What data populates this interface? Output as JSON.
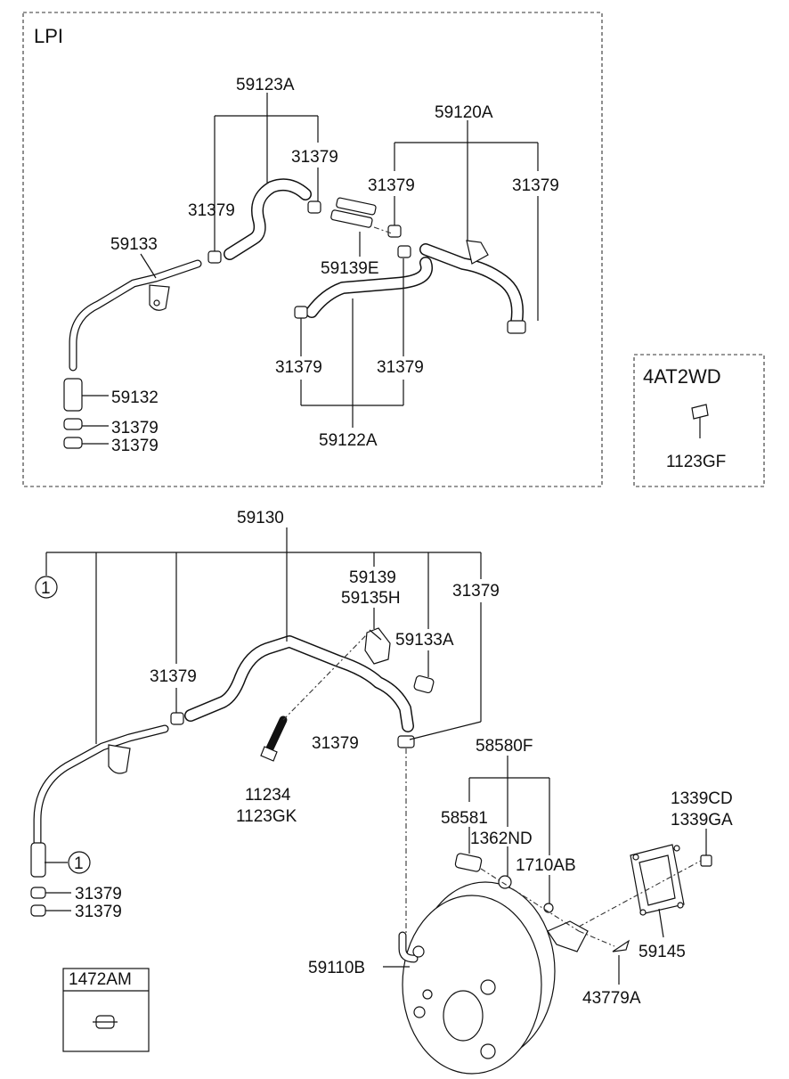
{
  "sections": {
    "lpi": {
      "title": "LPI"
    },
    "variant": {
      "title": "4AT2WD"
    },
    "kit": {
      "title": "1472AM"
    }
  },
  "callout": {
    "symbol": "1"
  },
  "labels": {
    "l_59123A": "59123A",
    "l_31379_a": "31379",
    "l_31379_b": "31379",
    "l_59120A": "59120A",
    "l_31379_c": "31379",
    "l_31379_d": "31379",
    "l_59133": "59133",
    "l_59139E": "59139E",
    "l_31379_e": "31379",
    "l_31379_f": "31379",
    "l_59132": "59132",
    "l_31379_g": "31379",
    "l_31379_h": "31379",
    "l_59122A": "59122A",
    "l_1123GF": "1123GF",
    "l_59130": "59130",
    "l_59139": "59139",
    "l_59135H": "59135H",
    "l_31379_i": "31379",
    "l_59133A": "59133A",
    "l_31379_j": "31379",
    "l_31379_k": "31379",
    "l_11234": "11234",
    "l_1123GK": "1123GK",
    "l_58580F": "58580F",
    "l_1339CD": "1339CD",
    "l_1339GA": "1339GA",
    "l_58581": "58581",
    "l_1362ND": "1362ND",
    "l_1710AB": "1710AB",
    "l_31379_l": "31379",
    "l_31379_m": "31379",
    "l_59145": "59145",
    "l_59110B": "59110B",
    "l_43779A": "43779A"
  }
}
